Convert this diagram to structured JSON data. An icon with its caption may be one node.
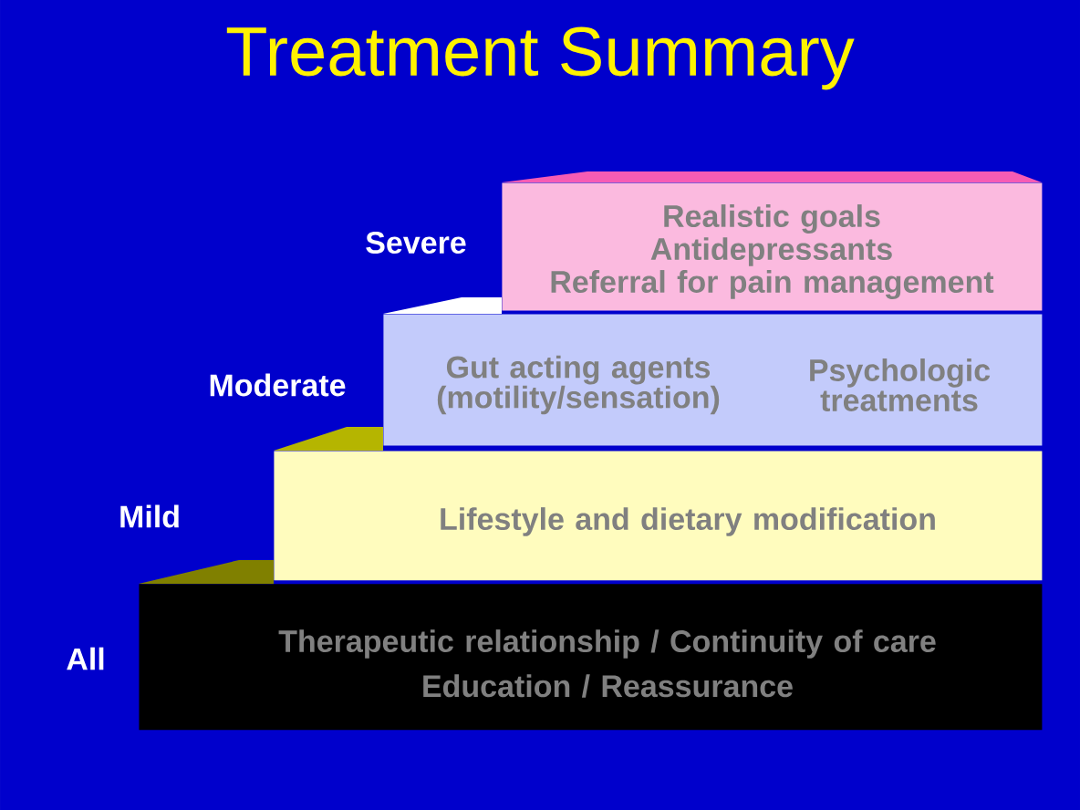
{
  "diagram": {
    "title": "Treatment Summary",
    "nodes": [
      {
        "text": [
          "Realistic goals",
          "Antidepressants",
          "Referral for pain management"
        ]
      },
      {
        "text": [
          "Gut acting agents (motility/sensation)",
          "Psychologic treatments"
        ]
      },
      {
        "text": [
          "Lifestyle and dietary modification"
        ]
      },
      {
        "text": [
          "Therapeutic relationship / Continuity of care",
          "Education / Reassurance"
        ]
      }
    ],
    "labels": [
      "Severe",
      "Moderate",
      "Mild",
      "All"
    ]
  }
}
